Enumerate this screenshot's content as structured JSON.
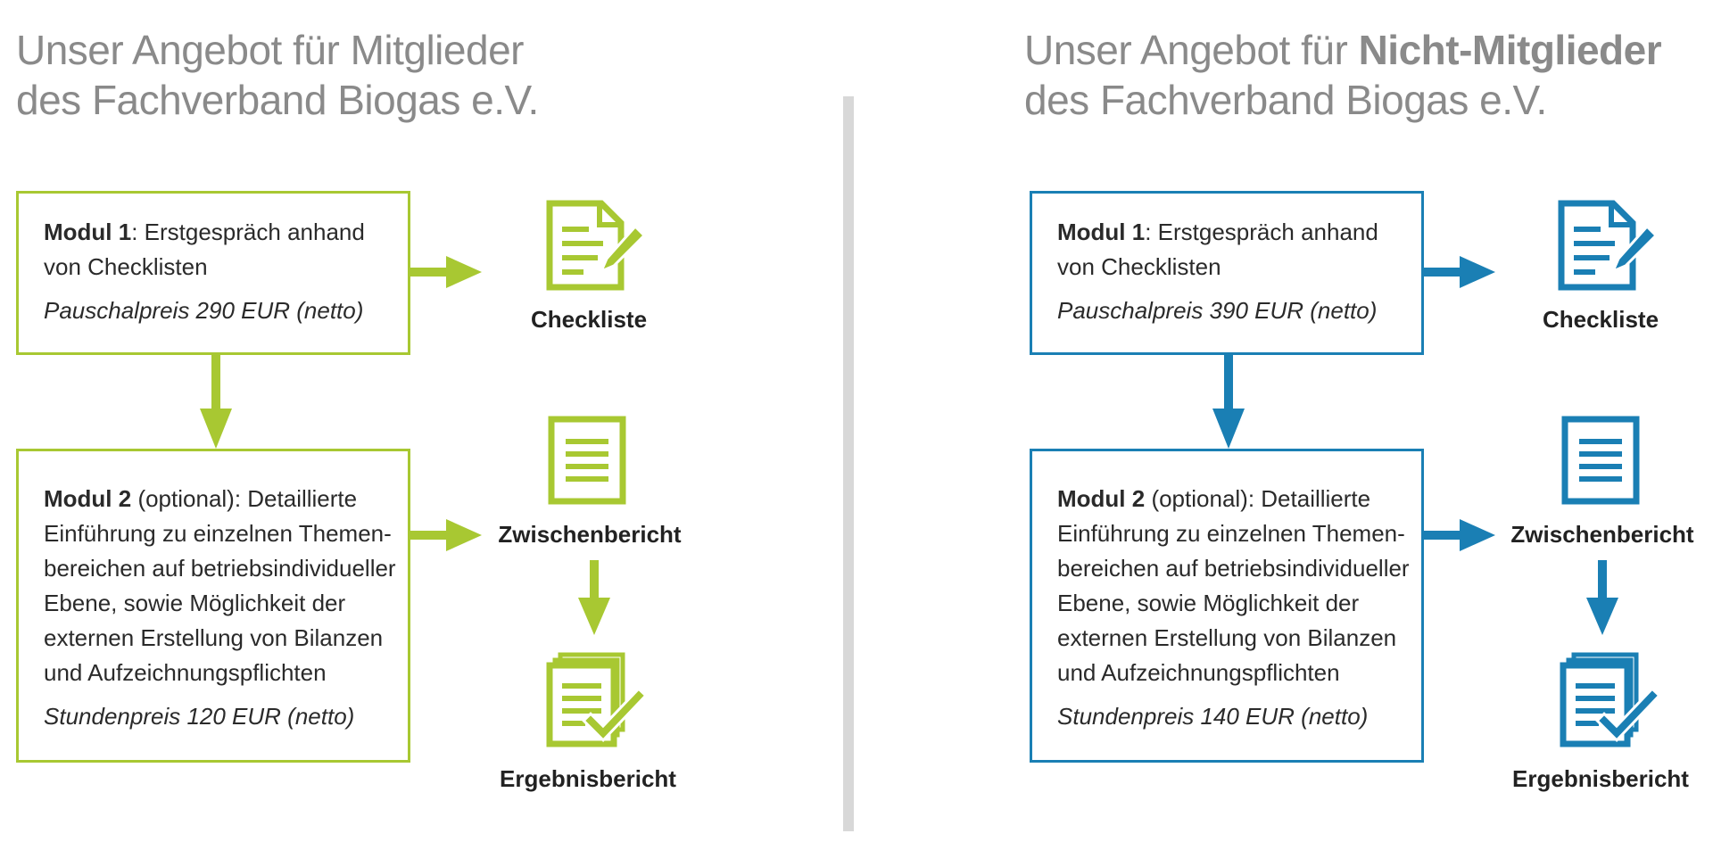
{
  "panels": [
    {
      "accent": "#a8c832",
      "title_line1": "Unser Angebot für Mitglieder",
      "title_line2": "des Fachverband Biogas e.V.",
      "module1": {
        "name": "Modul 1",
        "text_line1": ": Erstgespräch anhand",
        "text_line2": "von Checklisten",
        "price": "Pauschalpreis 290 EUR (netto)"
      },
      "module2": {
        "name": "Modul 2",
        "text_line1": " (optional): Detaillierte",
        "lines": [
          "Einführung zu einzelnen Themen-",
          "bereichen auf betriebsindividueller",
          "Ebene, sowie Möglichkeit der",
          "externen Erstellung von Bilanzen",
          "und Aufzeichnungspflichten"
        ],
        "price": "Stundenpreis 120 EUR (netto)"
      },
      "docs": {
        "checklist": "Checkliste",
        "interim": "Zwischenbericht",
        "result": "Ergebnisbericht"
      },
      "icons": {
        "checklist": "document-pen-icon",
        "interim": "document-lines-icon",
        "result": "stacked-documents-check-icon"
      }
    },
    {
      "accent": "#1a7fb4",
      "title_line1_pre": "Unser Angebot für ",
      "title_line1_strong": "Nicht-Mitglieder",
      "title_line2": "des Fachverband Biogas e.V.",
      "module1": {
        "name": "Modul 1",
        "text_line1": ": Erstgespräch anhand",
        "text_line2": "von Checklisten",
        "price": "Pauschalpreis 390 EUR (netto)"
      },
      "module2": {
        "name": "Modul 2",
        "text_line1": " (optional): Detaillierte",
        "lines": [
          "Einführung zu einzelnen Themen-",
          "bereichen auf betriebsindividueller",
          "Ebene, sowie Möglichkeit der",
          "externen Erstellung von Bilanzen",
          "und Aufzeichnungspflichten"
        ],
        "price": "Stundenpreis 140 EUR (netto)"
      },
      "docs": {
        "checklist": "Checkliste",
        "interim": "Zwischenbericht",
        "result": "Ergebnisbericht"
      },
      "icons": {
        "checklist": "document-pen-icon",
        "interim": "document-lines-icon",
        "result": "stacked-documents-check-icon"
      }
    }
  ]
}
